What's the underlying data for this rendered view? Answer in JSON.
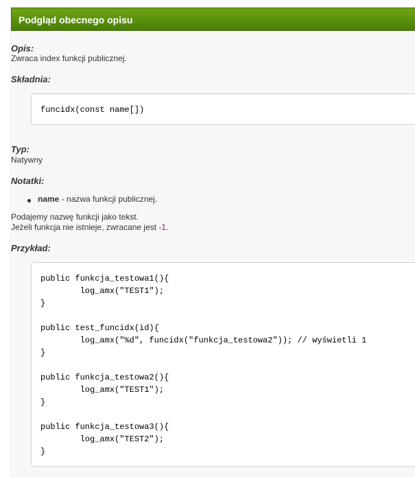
{
  "header": {
    "title": "Podgląd obecnego opisu"
  },
  "opis": {
    "label": "Opis:",
    "text": "Zwraca index funkcji publicznej."
  },
  "skladnia": {
    "label": "Składnia:",
    "code": "funcidx(const name[])"
  },
  "typ": {
    "label": "Typ:",
    "text": "Natywny"
  },
  "notatki": {
    "label": "Notatki:",
    "param_name": "name",
    "param_desc": " - nazwa funkcji publicznej.",
    "line1": "Podajemy nazwę funkcji jako tekst.",
    "line2_before": "Jeżeli funkcja nie istnieje, zwracane jest ",
    "line2_value": "-1",
    "line2_after": "."
  },
  "przyklad": {
    "label": "Przykład:",
    "code": "public funkcja_testowa1(){\n        log_amx(\"TEST1\");\n}\n\npublic test_funcidx(id){\n        log_amx(\"%d\", funcidx(\"funkcja_testowa2\")); // wyświetli 1\n}\n\npublic funkcja_testowa2(){\n        log_amx(\"TEST1\");\n}\n\npublic funkcja_testowa3(){\n        log_amx(\"TEST2\");\n}"
  },
  "colors": {
    "header_green": "#5a9210",
    "highlight": "#7a1f8c"
  }
}
